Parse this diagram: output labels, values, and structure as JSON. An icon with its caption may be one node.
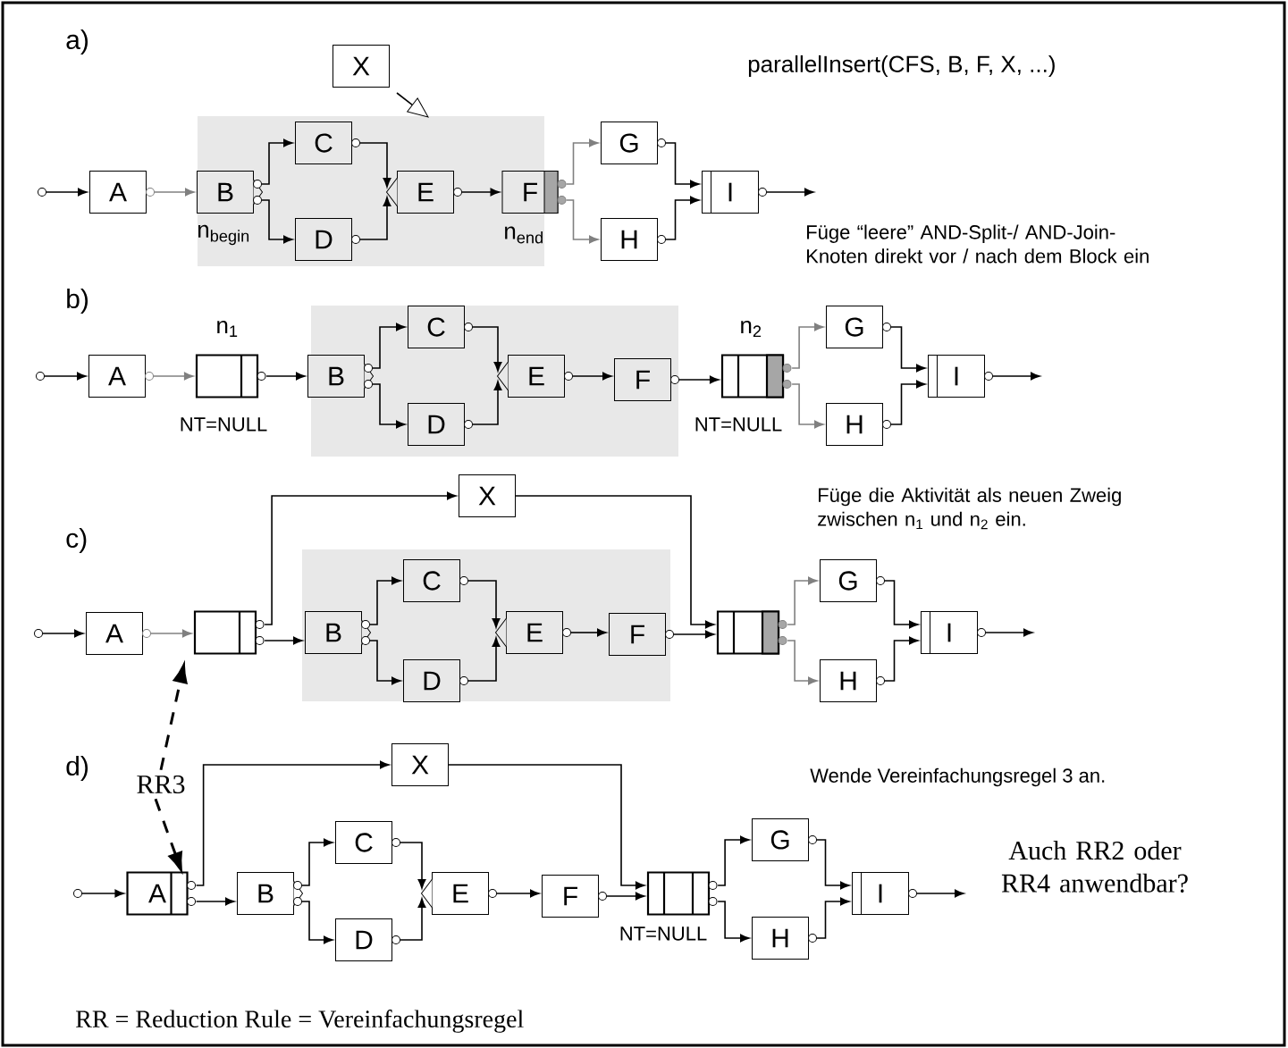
{
  "diagram": {
    "nodes": [
      {
        "text": [],
        "shape": "box"
      },
      {
        "text": [
          "X"
        ]
      },
      {
        "text": [
          "A"
        ]
      },
      {
        "text": [
          "B"
        ],
        "in": 0,
        "beside": [
          "n$_{begin}$"
        ]
      },
      {
        "text": [
          "C"
        ],
        "in": 0
      },
      {
        "text": [
          "D"
        ],
        "in": 0
      },
      {
        "text": [
          "E"
        ],
        "in": 0
      },
      {
        "text": [
          "F"
        ],
        "in": 0,
        "beside": [
          "n$_{end}$"
        ]
      },
      {
        "text": [
          "G"
        ]
      },
      {
        "text": [
          "H"
        ]
      },
      {
        "text": [
          "I"
        ]
      },
      {
        "text": [],
        "shape": "box"
      },
      {
        "text": [
          "A"
        ]
      },
      {
        "text": [],
        "shape": "box",
        "beside": [
          "n$_{1}$",
          "NT=NULL"
        ]
      },
      {
        "text": [
          "B"
        ],
        "in": 11
      },
      {
        "text": [
          "C"
        ],
        "in": 11
      },
      {
        "text": [
          "D"
        ],
        "in": 11
      },
      {
        "text": [
          "E"
        ],
        "in": 11
      },
      {
        "text": [
          "F"
        ],
        "in": 11
      },
      {
        "text": [],
        "shape": "box",
        "beside": [
          "n$_{2}$",
          "NT=NULL"
        ]
      },
      {
        "text": [
          "G"
        ]
      },
      {
        "text": [
          "H"
        ]
      },
      {
        "text": [
          "I"
        ]
      },
      {
        "text": [],
        "shape": "box"
      },
      {
        "text": [
          "X"
        ]
      },
      {
        "text": [
          "A"
        ]
      },
      {
        "text": [],
        "shape": "box"
      },
      {
        "text": [
          "B"
        ],
        "in": 23
      },
      {
        "text": [
          "C"
        ],
        "in": 23
      },
      {
        "text": [
          "D"
        ],
        "in": 23
      },
      {
        "text": [
          "E"
        ],
        "in": 23
      },
      {
        "text": [
          "F"
        ],
        "in": 23
      },
      {
        "text": [],
        "shape": "box"
      },
      {
        "text": [
          "G"
        ]
      },
      {
        "text": [
          "H"
        ]
      },
      {
        "text": [
          "I"
        ]
      },
      {
        "text": [
          "X"
        ]
      },
      {
        "text": [
          "A"
        ]
      },
      {
        "text": [
          "B"
        ]
      },
      {
        "text": [
          "C"
        ]
      },
      {
        "text": [
          "D"
        ]
      },
      {
        "text": [
          "E"
        ]
      },
      {
        "text": [
          "F"
        ]
      },
      {
        "text": [],
        "shape": "box",
        "beside": [
          "NT=NULL"
        ]
      },
      {
        "text": [
          "G"
        ]
      },
      {
        "text": [
          "H"
        ]
      },
      {
        "text": [
          "I"
        ]
      },
      {
        "text": [
          "RR3"
        ]
      },
      {
        "text": [],
        "shape": "circle"
      },
      {
        "text": [],
        "shape": "circle"
      },
      {
        "text": [],
        "shape": "circle"
      },
      {
        "text": [],
        "shape": "circle"
      }
    ],
    "edges": [
      {
        "from": 1,
        "to": 0,
        "arrow": "to"
      },
      {
        "from": 48,
        "to": 2,
        "arrow": "to"
      },
      {
        "from": 2,
        "to": 3,
        "arrow": "to",
        "color": "#808080"
      },
      {
        "from": 3,
        "to": 4,
        "arrow": "to"
      },
      {
        "from": 3,
        "to": 5,
        "arrow": "to"
      },
      {
        "from": 4,
        "to": 6,
        "arrow": "to"
      },
      {
        "from": 5,
        "to": 6,
        "arrow": "to"
      },
      {
        "from": 6,
        "to": 7,
        "arrow": "to"
      },
      {
        "from": 7,
        "to": 8,
        "arrow": "to",
        "color": "#808080"
      },
      {
        "from": 7,
        "to": 9,
        "arrow": "to",
        "color": "#808080"
      },
      {
        "from": 8,
        "to": 10,
        "arrow": "to"
      },
      {
        "from": 9,
        "to": 10,
        "arrow": "to"
      },
      {
        "from": 10,
        "to": null,
        "arrow": "to"
      },
      {
        "from": 49,
        "to": 12,
        "arrow": "to"
      },
      {
        "from": 12,
        "to": 13,
        "arrow": "to",
        "color": "#808080"
      },
      {
        "from": 13,
        "to": 14,
        "arrow": "to"
      },
      {
        "from": 14,
        "to": 15,
        "arrow": "to"
      },
      {
        "from": 14,
        "to": 16,
        "arrow": "to"
      },
      {
        "from": 15,
        "to": 17,
        "arrow": "to"
      },
      {
        "from": 16,
        "to": 17,
        "arrow": "to"
      },
      {
        "from": 17,
        "to": 18,
        "arrow": "to"
      },
      {
        "from": 18,
        "to": 19,
        "arrow": "to"
      },
      {
        "from": 19,
        "to": 20,
        "arrow": "to",
        "color": "#808080"
      },
      {
        "from": 19,
        "to": 21,
        "arrow": "to",
        "color": "#808080"
      },
      {
        "from": 20,
        "to": 22,
        "arrow": "to"
      },
      {
        "from": 21,
        "to": 22,
        "arrow": "to"
      },
      {
        "from": 22,
        "to": null,
        "arrow": "to"
      },
      {
        "from": 50,
        "to": 25,
        "arrow": "to"
      },
      {
        "from": 25,
        "to": 26,
        "arrow": "to",
        "color": "#808080"
      },
      {
        "from": 26,
        "to": 24,
        "arrow": "to"
      },
      {
        "from": 24,
        "to": 32,
        "arrow": "to"
      },
      {
        "from": 26,
        "to": 27,
        "arrow": "to"
      },
      {
        "from": 27,
        "to": 28,
        "arrow": "to"
      },
      {
        "from": 27,
        "to": 29,
        "arrow": "to"
      },
      {
        "from": 28,
        "to": 30,
        "arrow": "to"
      },
      {
        "from": 29,
        "to": 30,
        "arrow": "to"
      },
      {
        "from": 30,
        "to": 31,
        "arrow": "to"
      },
      {
        "from": 31,
        "to": 32,
        "arrow": "to"
      },
      {
        "from": 32,
        "to": 33,
        "arrow": "to",
        "color": "#808080"
      },
      {
        "from": 32,
        "to": 34,
        "arrow": "to",
        "color": "#808080"
      },
      {
        "from": 33,
        "to": 35,
        "arrow": "to"
      },
      {
        "from": 34,
        "to": 35,
        "arrow": "to"
      },
      {
        "from": 35,
        "to": null,
        "arrow": "to"
      },
      {
        "from": 47,
        "to": 26,
        "arrow": "to",
        "style": "dashed"
      },
      {
        "from": 47,
        "to": 37,
        "arrow": "to",
        "style": "dashed"
      },
      {
        "from": 51,
        "to": 37,
        "arrow": "to"
      },
      {
        "from": 37,
        "to": 36,
        "arrow": "to"
      },
      {
        "from": 36,
        "to": 43,
        "arrow": "to"
      },
      {
        "from": 37,
        "to": 38,
        "arrow": "to"
      },
      {
        "from": 38,
        "to": 39,
        "arrow": "to"
      },
      {
        "from": 38,
        "to": 40,
        "arrow": "to"
      },
      {
        "from": 39,
        "to": 41,
        "arrow": "to"
      },
      {
        "from": 40,
        "to": 41,
        "arrow": "to"
      },
      {
        "from": 41,
        "to": 42,
        "arrow": "to"
      },
      {
        "from": 42,
        "to": 43,
        "arrow": "to"
      },
      {
        "from": 43,
        "to": 44,
        "arrow": "to"
      },
      {
        "from": 43,
        "to": 45,
        "arrow": "to"
      },
      {
        "from": 44,
        "to": 46,
        "arrow": "to"
      },
      {
        "from": 45,
        "to": 46,
        "arrow": "to"
      },
      {
        "from": 46,
        "to": null,
        "arrow": "to"
      }
    ],
    "labels": [
      "a)",
      "parallelInsert(CFS, B, F, X, ...)",
      "Füge “leere” AND-Split-/  AND-Join-Knoten direkt vor / nach dem Block ein",
      "b)",
      "c)",
      "Füge die Aktivität als neuen Zweig zwischen n$_{1}$ und n$_{2}$ ein.",
      "d)",
      "Wende Vereinfachungsregel 3 an.",
      "Auch RR2 oder RR4 anwendbar?",
      "RR = Reduction Rule = Vereinfachungsregel"
    ]
  }
}
